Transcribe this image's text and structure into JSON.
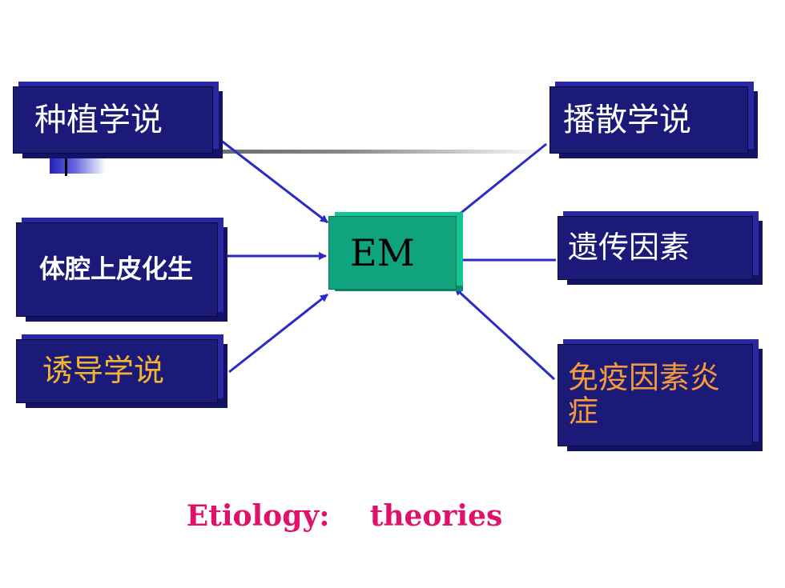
{
  "diagram": {
    "center": "EM",
    "nodes": [
      {
        "id": "implantation",
        "label": "种植学说"
      },
      {
        "id": "coelomic-metaplasia",
        "label": "体腔上皮化生"
      },
      {
        "id": "induction",
        "label": "诱导学说"
      },
      {
        "id": "dissemination",
        "label": "播散学说"
      },
      {
        "id": "genetic-factors",
        "label": "遗传因素"
      },
      {
        "id": "immune-inflammation",
        "label": "免疫因素炎症"
      }
    ],
    "caption": "Etiology:    theories",
    "colors": {
      "box": "#1c1a78",
      "center": "#0fa37e",
      "arrow": "#2a2ac8",
      "caption": "#e0116b",
      "yellow_text": "#f2b233",
      "orange_text": "#f29a3c"
    }
  }
}
